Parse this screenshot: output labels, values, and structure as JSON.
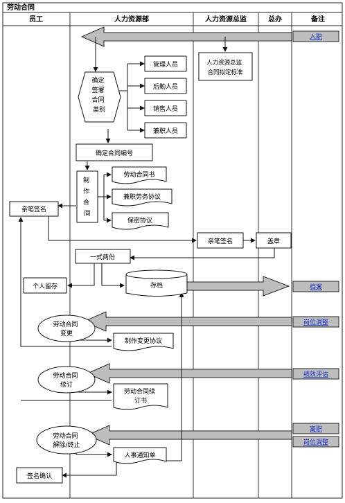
{
  "title": "劳动合同",
  "columns": [
    "员工",
    "人力资源部",
    "人力资源总监",
    "总办",
    "备注"
  ],
  "notes": {
    "entry": "入职",
    "archive": "档案",
    "transfer_1": "岗位调整",
    "evaluation": "绩效评估",
    "resign": "离职",
    "transfer_2": "岗位调整"
  },
  "boxes": {
    "contract_type": [
      "确定",
      "签署",
      "合同",
      "类别"
    ],
    "management": "管理人员",
    "production": "后勤人员",
    "sales": "销售人员",
    "part_time": "兼职人员",
    "director_task": [
      "人力资源总监",
      "合同拟定标准"
    ],
    "contract_number": "确定合同编号",
    "make_contract": [
      "制",
      "作",
      "合",
      "同"
    ],
    "labor_contract": "劳动合同书",
    "part_time_agreement": "兼职劳务协议",
    "confidential_agreement": "保密协议",
    "employee_sign": "亲笔签名",
    "director_sign": "亲笔签名",
    "seal": "盖章",
    "copies": "一式两份",
    "personal_copy": "个人留存",
    "storage": "存档",
    "contract_change": [
      "劳动合同",
      "变更"
    ],
    "change_agreement": "制作变更协议",
    "contract_renew": [
      "劳动合同",
      "续订"
    ],
    "renew_document": [
      "劳动合同续",
      "订书"
    ],
    "contract_terminate": [
      "劳动合同",
      "解除/终止"
    ],
    "termination_notice": "人事通知单",
    "signature_confirm": "签名确认"
  }
}
